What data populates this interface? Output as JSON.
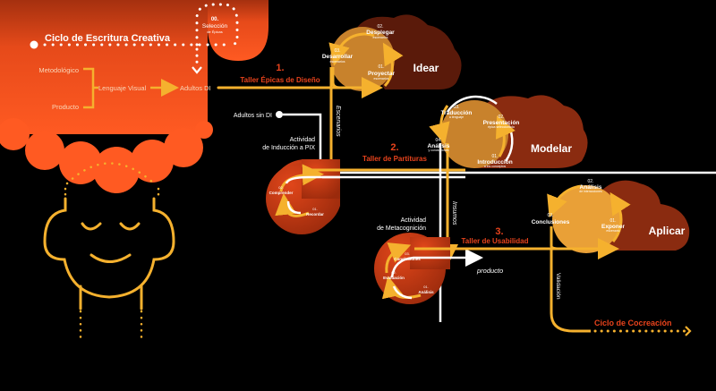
{
  "colors": {
    "background": "#000000",
    "orange": "#f0561f",
    "orange_dark": "#b83413",
    "yellow": "#f5b12e",
    "white": "#ffffff",
    "red_label": "#e8431c",
    "cloud_brown": "#5a1a0a",
    "cloud_rust": "#8a2b10",
    "ochre": "#c8822c"
  },
  "header": {
    "title": "Ciclo de Escritura Creativa",
    "step00_num": "00.",
    "step00_label": "Selección",
    "step00_sub": "de Épicas"
  },
  "inputs": {
    "metodologico": "Metodológico",
    "producto": "Producto",
    "lenguaje_visual": "Lenguaje Visual",
    "adultos_di": "Adultos DI",
    "adultos_sin_di": "Adultos sin DI"
  },
  "workshops": [
    {
      "num": "1.",
      "title": "Taller Épicas de Diseño",
      "phase": "Idear",
      "steps": [
        {
          "num": "01.",
          "label": "Proyectar",
          "sub": "escenarios"
        },
        {
          "num": "02.",
          "label": "Desplegar",
          "sub": "escenarios"
        },
        {
          "num": "03.",
          "label": "Desarrollar",
          "sub": "escenarios"
        }
      ]
    },
    {
      "num": "2.",
      "title": "Taller de Partituras",
      "phase": "Modelar",
      "steps": [
        {
          "num": "01.",
          "label": "Introducción",
          "sub": "a los conceptos"
        },
        {
          "num": "02.",
          "label": "Presentación",
          "sub": "épica seleccionada"
        },
        {
          "num": "03.",
          "label": "Traducción",
          "sub": "a lenguaje"
        },
        {
          "num": "04.",
          "label": "Análisis",
          "sub": "y conclusiones"
        }
      ]
    },
    {
      "num": "3.",
      "title": "Taller de Usabilidad",
      "phase": "Aplicar",
      "steps": [
        {
          "num": "01.",
          "label": "Exponer",
          "sub": "escenario"
        },
        {
          "num": "02.",
          "label": "Análisis",
          "sub": "de interacciones"
        },
        {
          "num": "03.",
          "label": "Conclusiones",
          "sub": ""
        }
      ]
    }
  ],
  "activities": {
    "induccion": {
      "title_line1": "Actividad",
      "title_line2": "de Inducción a PIX",
      "steps": [
        {
          "num": "01.",
          "label": "Recordar"
        },
        {
          "num": "02.",
          "label": "Comprender"
        }
      ]
    },
    "metacognicion": {
      "title_line1": "Actividad",
      "title_line2": "de Metacognición",
      "steps": [
        {
          "num": "01.",
          "label": "Análisis"
        },
        {
          "num": "02.",
          "label": "Evaluación"
        },
        {
          "num": "03.",
          "label": "Conclusiones"
        }
      ]
    }
  },
  "flow_labels": {
    "escenarios": "Escenarios",
    "insumos": "Insumos",
    "producto": "producto",
    "validacion": "Validación",
    "ciclo_cocreacion": "Ciclo de Cocreación"
  }
}
